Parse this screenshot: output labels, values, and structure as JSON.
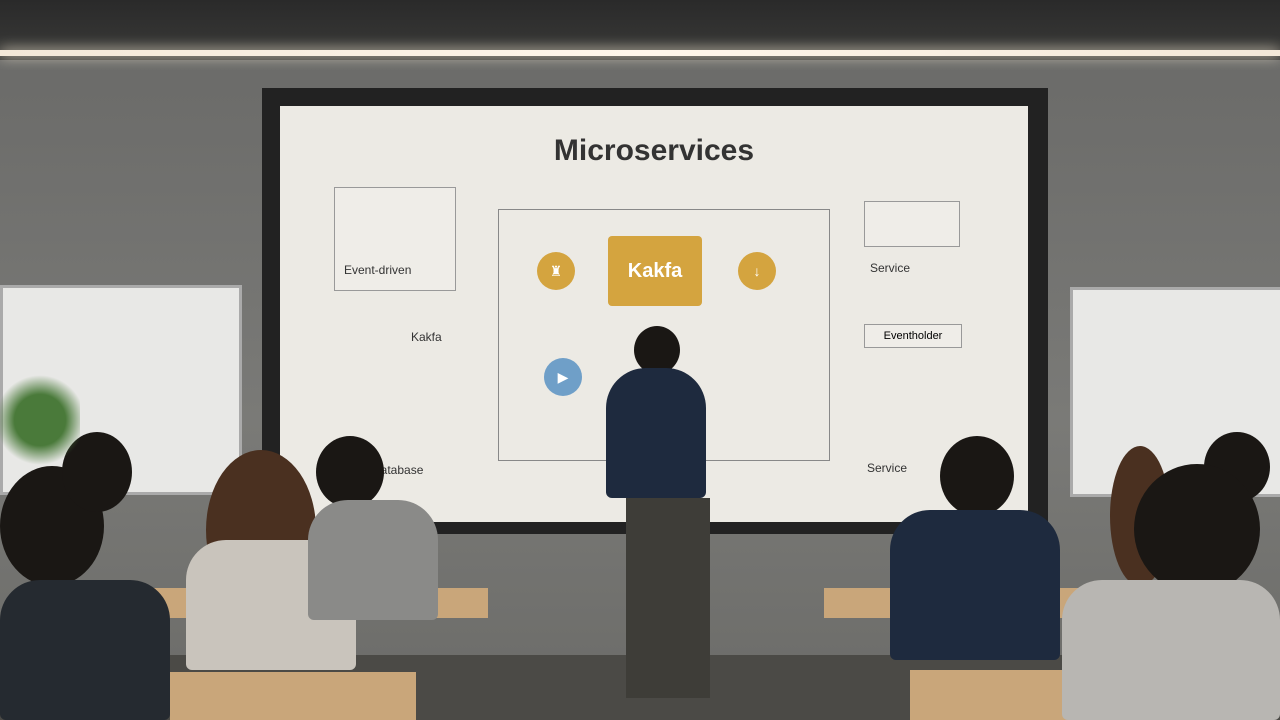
{
  "scene": {
    "description": "Classroom presentation on microservices architecture with a presenter pointing at a projected diagram",
    "colors": {
      "kafka": "#d4a43f",
      "blue_circle": "#6f9fc8",
      "screen": "#eceae4",
      "wall": "#6b6b69"
    }
  },
  "slide": {
    "title": "Microservices",
    "center_node": "Kakfa",
    "left_top_label": "Event-driven",
    "left_mid_label": "Kakfa",
    "left_bottom_label": "Database",
    "right_labels": [
      "Service",
      "Eventholder",
      "Service"
    ]
  }
}
